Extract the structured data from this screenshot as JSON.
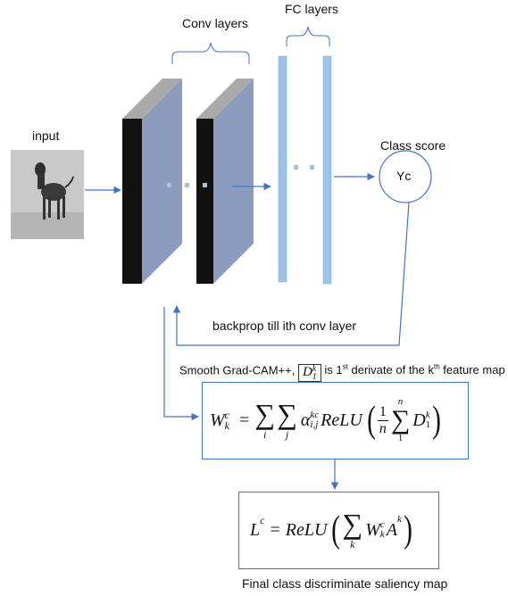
{
  "labels": {
    "conv_layers": "Conv layers",
    "fc_layers": "FC layers",
    "input": "input",
    "class_score": "Class score",
    "yc": "Yc",
    "backprop": "backprop till ith conv layer",
    "smooth_prefix": "Smooth Grad-CAM++,",
    "smooth_suffix_a": "is 1",
    "smooth_suffix_sup1": "st",
    "smooth_suffix_b": " derivate of the k",
    "smooth_suffix_sup2": "th",
    "smooth_suffix_c": " feature map",
    "final": "Final class discriminate saliency map"
  },
  "inline_symbol": {
    "base": "D",
    "sup": "k",
    "sub": "1"
  },
  "formula1": {
    "lhs_base": "W",
    "lhs_sup": "c",
    "lhs_sub": "k",
    "eq": "=",
    "sum1_index": "i",
    "sum2_index": "j",
    "alpha": "α",
    "alpha_sup": "kc",
    "alpha_sub": "i,j",
    "relu": "ReLU",
    "frac_num": "1",
    "frac_den": "n",
    "sum3_top": "n",
    "sum3_bottom": "1",
    "d_base": "D",
    "d_sup": "k",
    "d_sub": "1"
  },
  "formula2": {
    "lhs_base": "L",
    "lhs_sup": "c",
    "eq": "=",
    "relu": "ReLU",
    "sum_index": "k",
    "w_base": "W",
    "w_sup": "c",
    "w_sub": "k",
    "a_base": "A",
    "a_sup": "k"
  },
  "colors": {
    "arrow": "#4472c4",
    "box_border": "#4472c4",
    "conv_face": "#8b9cbf",
    "conv_front": "#111111",
    "conv_top": "#aaaaaa",
    "fc_bar": "#9dc3e6",
    "dots": "#9dc3e6"
  },
  "icons": {
    "input_image": "dog-photo"
  }
}
